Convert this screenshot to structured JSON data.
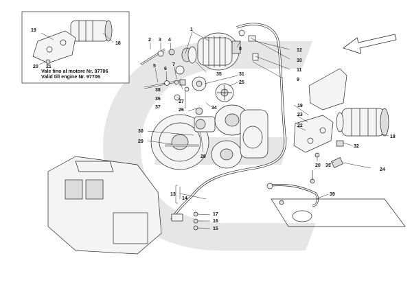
{
  "diagram": {
    "callouts": [
      {
        "id": "1",
        "text": "1"
      },
      {
        "id": "2",
        "text": "2"
      },
      {
        "id": "3",
        "text": "3"
      },
      {
        "id": "4",
        "text": "4"
      },
      {
        "id": "5",
        "text": "5"
      },
      {
        "id": "6",
        "text": "6"
      },
      {
        "id": "7",
        "text": "7"
      },
      {
        "id": "8",
        "text": "8"
      },
      {
        "id": "9",
        "text": "9"
      },
      {
        "id": "10",
        "text": "10"
      },
      {
        "id": "11",
        "text": "11"
      },
      {
        "id": "12",
        "text": "12"
      },
      {
        "id": "13",
        "text": "13"
      },
      {
        "id": "14",
        "text": "14"
      },
      {
        "id": "15",
        "text": "15"
      },
      {
        "id": "16",
        "text": "16"
      },
      {
        "id": "17",
        "text": "17"
      },
      {
        "id": "18",
        "text": "18"
      },
      {
        "id": "18b",
        "text": "18"
      },
      {
        "id": "19",
        "text": "19"
      },
      {
        "id": "19b",
        "text": "19"
      },
      {
        "id": "20",
        "text": "20"
      },
      {
        "id": "20b",
        "text": "20"
      },
      {
        "id": "21",
        "text": "21"
      },
      {
        "id": "22",
        "text": "22"
      },
      {
        "id": "23",
        "text": "23"
      },
      {
        "id": "24",
        "text": "24"
      },
      {
        "id": "25",
        "text": "25"
      },
      {
        "id": "26",
        "text": "26"
      },
      {
        "id": "27",
        "text": "27"
      },
      {
        "id": "28",
        "text": "28"
      },
      {
        "id": "29",
        "text": "29"
      },
      {
        "id": "30",
        "text": "30"
      },
      {
        "id": "31",
        "text": "31"
      },
      {
        "id": "32",
        "text": "32"
      },
      {
        "id": "33",
        "text": "33"
      },
      {
        "id": "34",
        "text": "34"
      },
      {
        "id": "35",
        "text": "35"
      },
      {
        "id": "36",
        "text": "36"
      },
      {
        "id": "37",
        "text": "37"
      },
      {
        "id": "38",
        "text": "38"
      },
      {
        "id": "39",
        "text": "39"
      }
    ],
    "inset": {
      "note_line_1": "Vale fino al motore Nr. 97706",
      "note_line_2": "Valid till engine Nr. 97706"
    },
    "watermark_color": "#e6e6e6",
    "line_color": "#222222"
  }
}
